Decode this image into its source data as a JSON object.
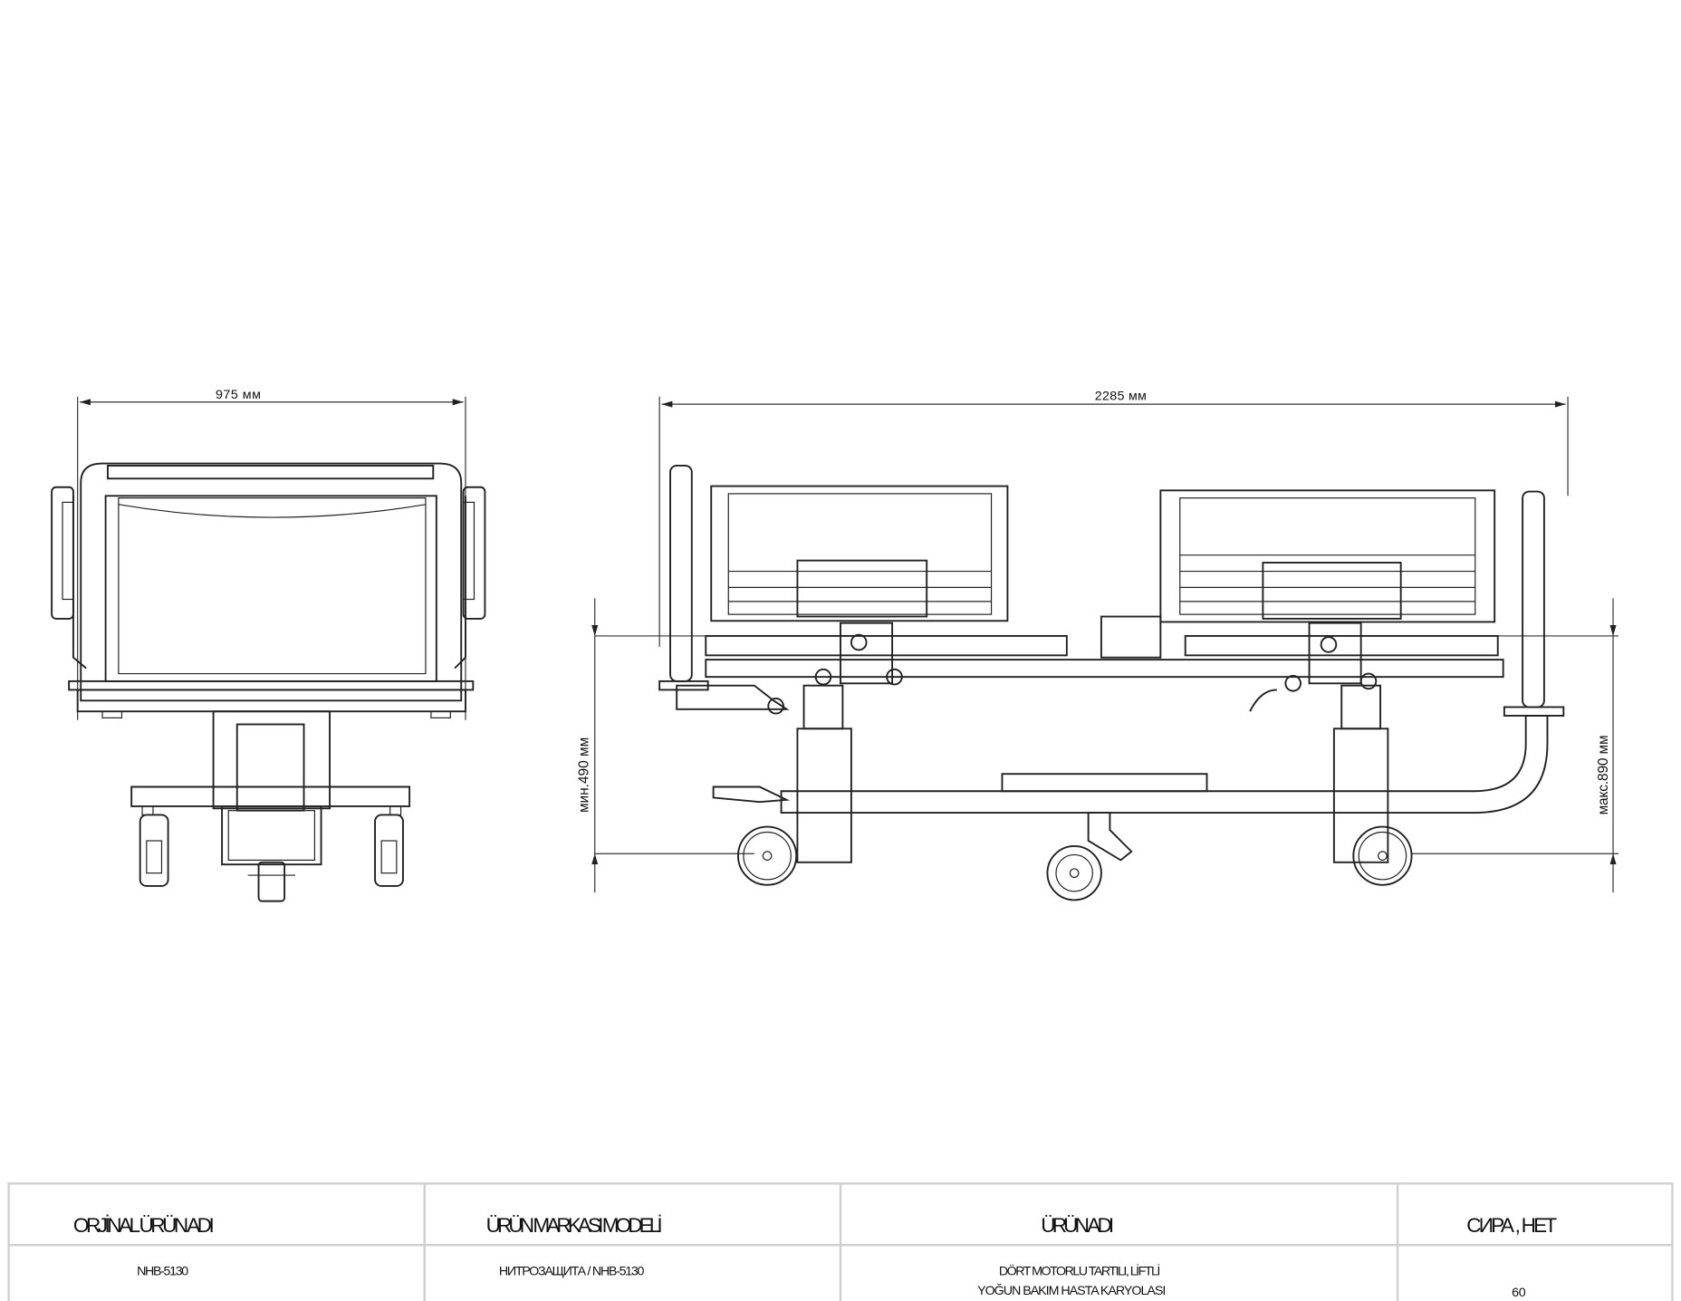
{
  "dimensions": {
    "front_width": "975 мм",
    "side_length": "2285 мм",
    "min_height": "мин.490 мм",
    "max_height": "макс.890 мм"
  },
  "table": {
    "headers": [
      "ORJİNAL ÜRÜN ADI",
      "ÜRÜN MARKASI MODELİ",
      "ÜRÜN ADI",
      "СИРА , НЕТ"
    ],
    "row": {
      "original_name": "NHB-5130",
      "brand_model": "НИТРОЗАЩИТА / NHB-5130",
      "product_name_line1": "DÖRT MOTORLU TARTILI, LİFTLİ",
      "product_name_line2": "YOĞUN BAKIM HASTA KARYOLASI",
      "quantity": "60"
    }
  }
}
